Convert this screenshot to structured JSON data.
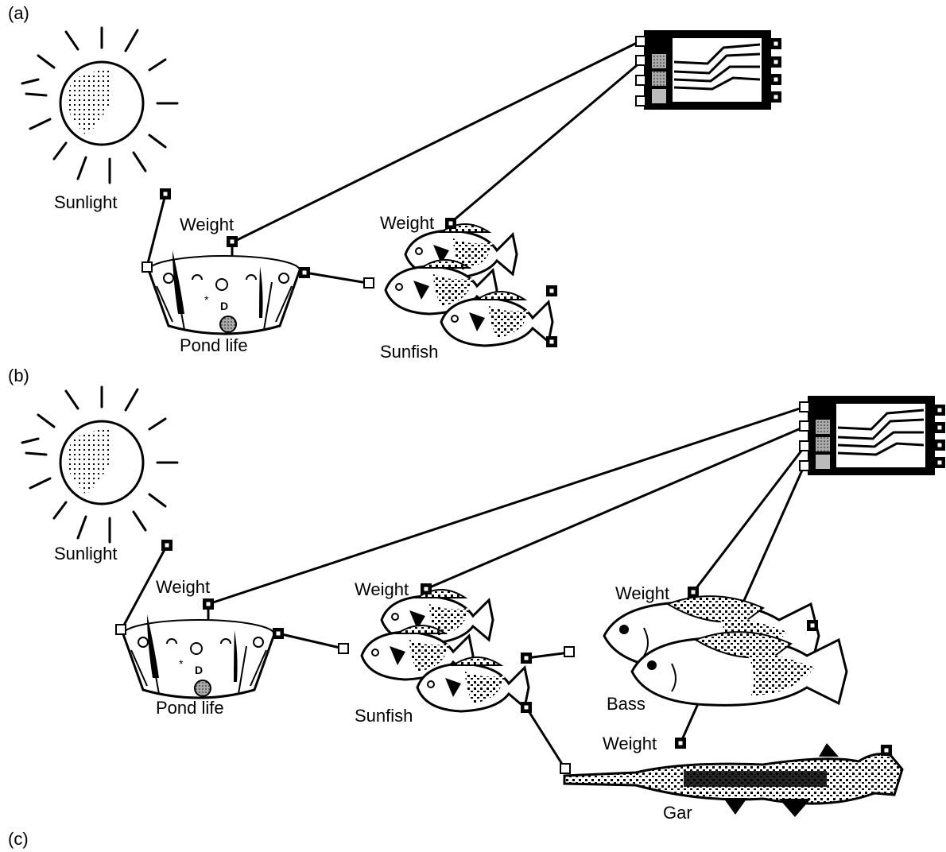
{
  "panels": {
    "a": {
      "label": "(a)"
    },
    "b": {
      "label": "(b)"
    },
    "c": {
      "label": "(c)"
    }
  },
  "diagram_a": {
    "sunlight": "Sunlight",
    "pond_life": "Pond life",
    "pond_weight": "Weight",
    "sunfish": "Sunfish",
    "sunfish_weight": "Weight"
  },
  "diagram_b": {
    "sunlight": "Sunlight",
    "pond_life": "Pond life",
    "pond_weight": "Weight",
    "sunfish": "Sunfish",
    "sunfish_weight": "Weight",
    "bass": "Bass",
    "bass_weight": "Weight",
    "gar": "Gar",
    "gar_weight": "Weight"
  },
  "icons": [
    "sun-icon",
    "pond-bowl-icon",
    "sunfish-school-icon",
    "bass-icon",
    "gar-icon",
    "graph-monitor-icon",
    "port-icon"
  ]
}
